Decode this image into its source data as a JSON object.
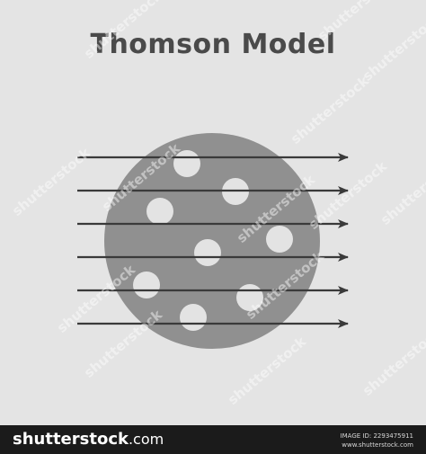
{
  "diagram": {
    "title": "Thomson Model",
    "colors": {
      "background": "#e4e4e4",
      "sphere": "#909090",
      "electron": "#e3e3e3",
      "arrow": "#3a3a3a",
      "title": "#4a4a4a"
    },
    "electron_count": 8,
    "arrow_count": 6
  },
  "watermark": {
    "text": "shutterstock"
  },
  "footer": {
    "brand": "shutterstock",
    "brand_suffix": ".com",
    "image_id_line": "IMAGE ID: 2293475911",
    "site_line": "www.shutterstock.com"
  }
}
